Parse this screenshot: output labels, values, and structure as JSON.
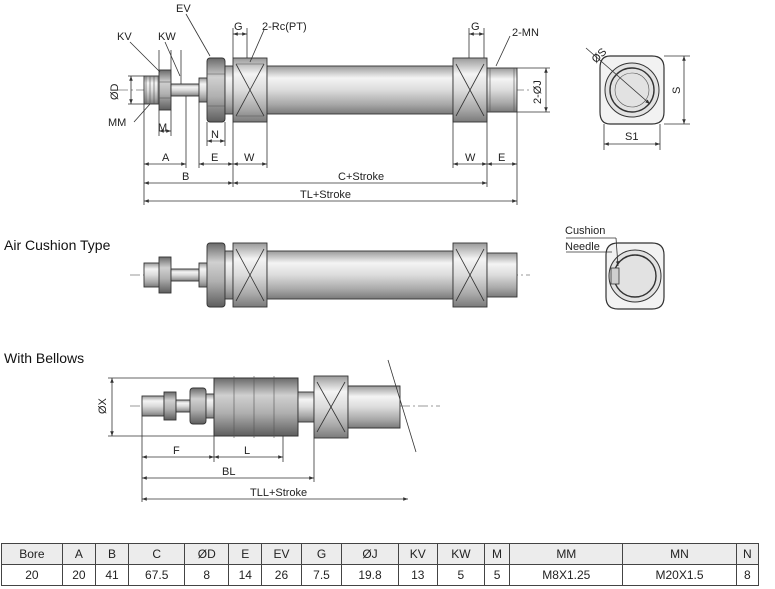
{
  "main_view": {
    "labels": {
      "ev": "EV",
      "kv": "KV",
      "kw": "KW",
      "g_left": "G",
      "rc": "2-Rc(PT)",
      "g_right": "G",
      "mn": "2-MN",
      "od": "ØD",
      "mm": "MM",
      "m": "M",
      "n": "N",
      "oj": "2-ØJ",
      "a": "A",
      "e_left": "E",
      "w_left": "W",
      "w_right": "W",
      "e_right": "E",
      "b": "B",
      "c_stroke": "C+Stroke",
      "tl_stroke": "TL+Stroke"
    }
  },
  "end_view": {
    "labels": {
      "os": "ØS",
      "s": "S",
      "s1": "S1"
    }
  },
  "air_cushion": {
    "title": "Air Cushion Type",
    "labels": {
      "cushion": "Cushion",
      "needle": "Needle"
    }
  },
  "bellows": {
    "title": "With Bellows",
    "labels": {
      "ox": "ØX",
      "f": "F",
      "l": "L",
      "bl": "BL",
      "tll": "TLL+Stroke"
    }
  },
  "spec_table": {
    "headers": [
      "Bore",
      "A",
      "B",
      "C",
      "ØD",
      "E",
      "EV",
      "G",
      "ØJ",
      "KV",
      "KW",
      "M",
      "MM",
      "MN",
      "N"
    ],
    "rows": [
      [
        "20",
        "20",
        "41",
        "67.5",
        "8",
        "14",
        "26",
        "7.5",
        "19.8",
        "13",
        "5",
        "5",
        "M8X1.25",
        "M20X1.5",
        "8"
      ]
    ]
  }
}
